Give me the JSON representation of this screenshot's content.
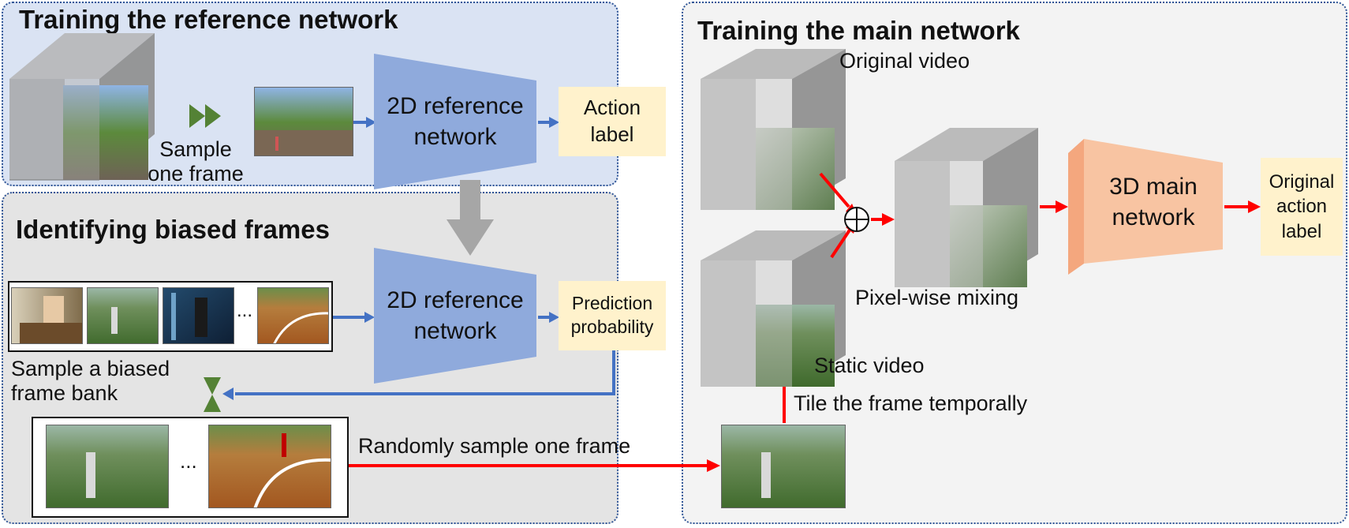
{
  "panels": {
    "ref": {
      "title": "Training the reference network"
    },
    "biased": {
      "title": "Identifying biased frames"
    },
    "main": {
      "title": "Training the main network"
    }
  },
  "labels": {
    "sample_one_frame_1": "Sample",
    "sample_one_frame_2": "one frame",
    "ref_net_1": "2D reference",
    "ref_net_2": "network",
    "action_label_1": "Action",
    "action_label_2": "label",
    "pred_prob_1": "Prediction",
    "pred_prob_2": "probability",
    "bank_1": "Sample a biased",
    "bank_2": "frame bank",
    "ellipsis": "...",
    "random_sample": "Randomly sample one frame",
    "original_video": "Original video",
    "static_video": "Static video",
    "tile": "Tile the frame temporally",
    "pixel_mixing": "Pixel-wise mixing",
    "main_net_1": "3D main",
    "main_net_2": "network",
    "orig_label_1": "Original",
    "orig_label_2": "action",
    "orig_label_3": "label"
  },
  "colors": {
    "blue_arrow": "#4472c4",
    "red_arrow": "#ff0000",
    "net_blue": "#8faadc",
    "net_orange": "#f8b88b",
    "yellow_box": "#fff2cc",
    "panel_ref_bg": "#dae3f3",
    "panel_gray_bg": "#e4e4e4",
    "panel_main_bg": "#f3f3f3",
    "green_icon": "#548235"
  },
  "icons": [
    "fast-forward-icon",
    "hourglass-icon",
    "circle-plus-icon",
    "down-arrow-icon"
  ]
}
